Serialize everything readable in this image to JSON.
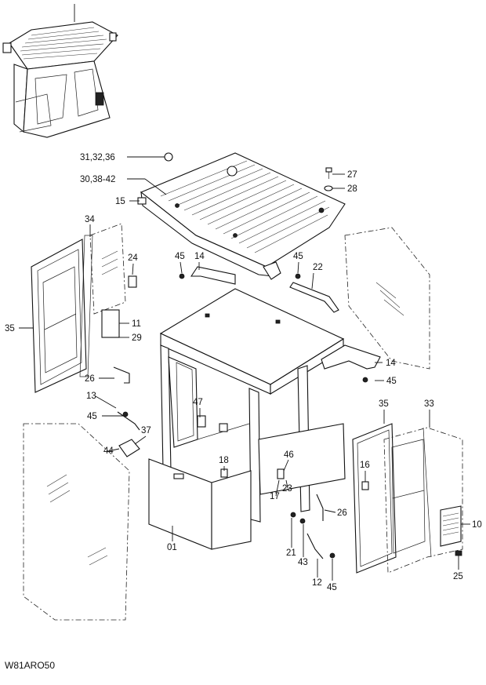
{
  "diagram_code": "W81ARO50",
  "callouts": [
    {
      "id": "c-31-32-36",
      "text": "31,32,36"
    },
    {
      "id": "c-30-38-42",
      "text": "30,38-42"
    },
    {
      "id": "c-27",
      "text": "27"
    },
    {
      "id": "c-28",
      "text": "28"
    },
    {
      "id": "c-15",
      "text": "15"
    },
    {
      "id": "c-34",
      "text": "34"
    },
    {
      "id": "c-45a",
      "text": "45"
    },
    {
      "id": "c-14a",
      "text": "14"
    },
    {
      "id": "c-45b",
      "text": "45"
    },
    {
      "id": "c-22",
      "text": "22"
    },
    {
      "id": "c-24",
      "text": "24"
    },
    {
      "id": "c-35a",
      "text": "35"
    },
    {
      "id": "c-11",
      "text": "11"
    },
    {
      "id": "c-29",
      "text": "29"
    },
    {
      "id": "c-26a",
      "text": "26"
    },
    {
      "id": "c-14b",
      "text": "14"
    },
    {
      "id": "c-13",
      "text": "13"
    },
    {
      "id": "c-45c",
      "text": "45"
    },
    {
      "id": "c-45d",
      "text": "45"
    },
    {
      "id": "c-47",
      "text": "47"
    },
    {
      "id": "c-35b",
      "text": "35"
    },
    {
      "id": "c-33",
      "text": "33"
    },
    {
      "id": "c-37",
      "text": "37"
    },
    {
      "id": "c-44",
      "text": "44"
    },
    {
      "id": "c-18",
      "text": "18"
    },
    {
      "id": "c-46",
      "text": "46"
    },
    {
      "id": "c-16",
      "text": "16"
    },
    {
      "id": "c-23",
      "text": "23"
    },
    {
      "id": "c-17",
      "text": "17"
    },
    {
      "id": "c-26b",
      "text": "26"
    },
    {
      "id": "c-10",
      "text": "10"
    },
    {
      "id": "c-01",
      "text": "01"
    },
    {
      "id": "c-21",
      "text": "21"
    },
    {
      "id": "c-43",
      "text": "43"
    },
    {
      "id": "c-12",
      "text": "12"
    },
    {
      "id": "c-45e",
      "text": "45"
    },
    {
      "id": "c-25",
      "text": "25"
    }
  ]
}
